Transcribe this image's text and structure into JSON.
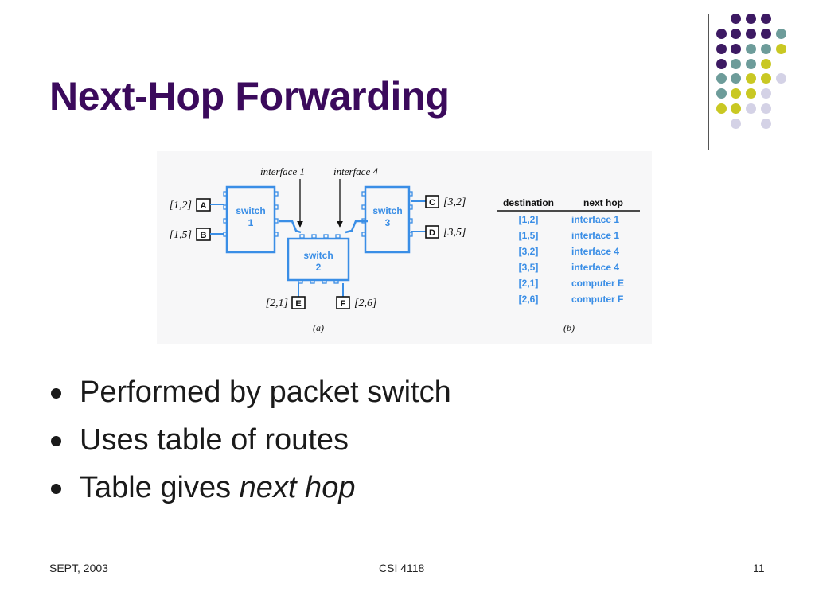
{
  "slide": {
    "title": "Next-Hop Forwarding",
    "bullets": [
      {
        "text": "Performed by packet switch",
        "em": ""
      },
      {
        "text": "Uses table of routes",
        "em": ""
      },
      {
        "text": "Table gives ",
        "em": "next hop"
      }
    ],
    "footer": {
      "left": "SEPT, 2003",
      "center": "CSI 4118",
      "right": "11"
    }
  },
  "figure": {
    "interface_labels": [
      "interface 1",
      "interface 4"
    ],
    "switches": [
      {
        "label": "switch",
        "num": "1"
      },
      {
        "label": "switch",
        "num": "2"
      },
      {
        "label": "switch",
        "num": "3"
      }
    ],
    "computers": [
      {
        "id": "A",
        "addr": "[1,2]"
      },
      {
        "id": "B",
        "addr": "[1,5]"
      },
      {
        "id": "C",
        "addr": "[3,2]"
      },
      {
        "id": "D",
        "addr": "[3,5]"
      },
      {
        "id": "E",
        "addr": "[2,1]"
      },
      {
        "id": "F",
        "addr": "[2,6]"
      }
    ],
    "caption_a": "(a)",
    "caption_b": "(b)",
    "table": {
      "headers": [
        "destination",
        "next hop"
      ],
      "rows": [
        [
          "[1,2]",
          "interface 1"
        ],
        [
          "[1,5]",
          "interface 1"
        ],
        [
          "[3,2]",
          "interface 4"
        ],
        [
          "[3,5]",
          "interface 4"
        ],
        [
          "[2,1]",
          "computer E"
        ],
        [
          "[2,6]",
          "computer F"
        ]
      ]
    }
  },
  "colors": {
    "title": "#3b0a5c",
    "diagram_blue": "#3a8ee6",
    "dot_purple": "#3d1a63",
    "dot_teal": "#6d9c9a",
    "dot_yellow": "#c9c823",
    "dot_lavender": "#d4d2e6"
  }
}
